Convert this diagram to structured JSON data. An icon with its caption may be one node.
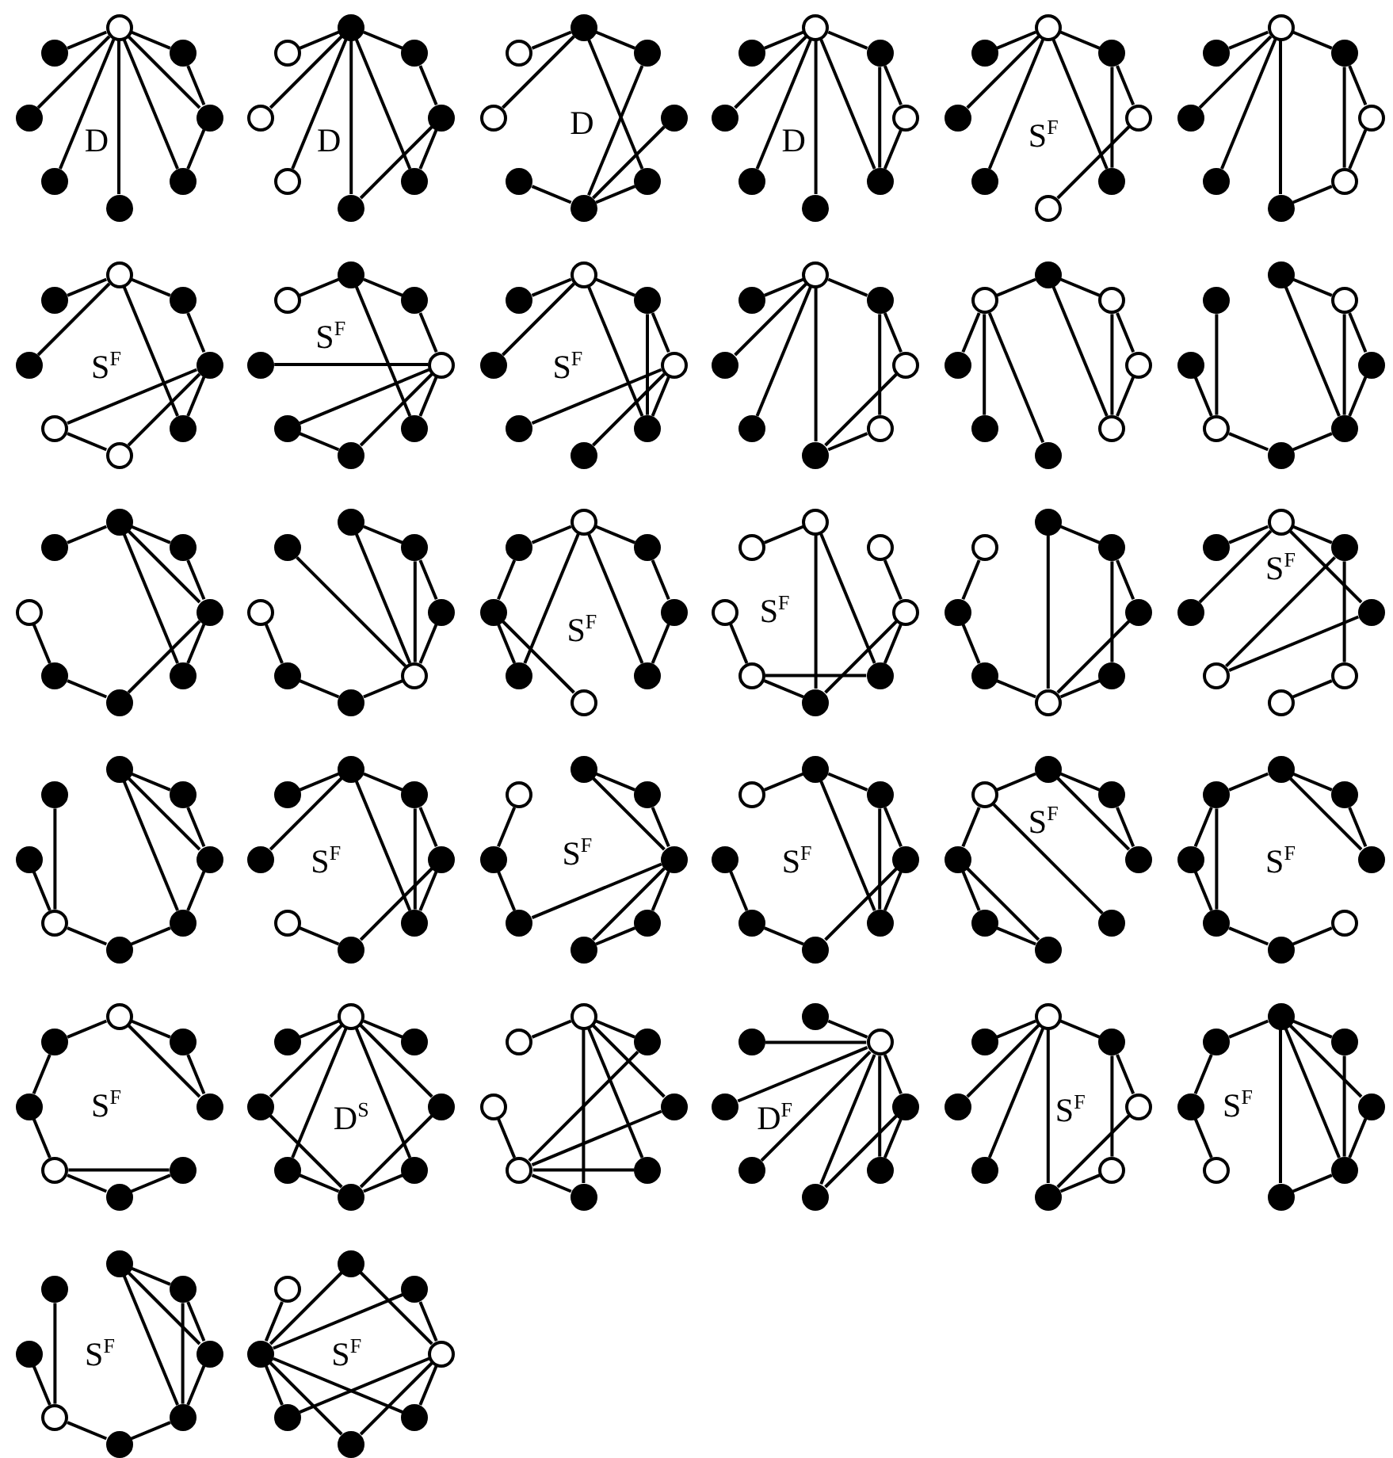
{
  "diagram": {
    "nodes": [
      {
        "text": [],
        "shape": "circle"
      },
      {
        "text": [],
        "shape": "dot"
      },
      {
        "text": [],
        "shape": "dot"
      },
      {
        "text": [],
        "shape": "dot"
      },
      {
        "text": [],
        "shape": "dot"
      },
      {
        "text": [],
        "shape": "dot"
      },
      {
        "text": [],
        "shape": "dot"
      },
      {
        "text": [],
        "shape": "dot"
      },
      {
        "text": [],
        "shape": "dot"
      },
      {
        "text": [],
        "shape": "dot"
      },
      {
        "text": [],
        "shape": "dot"
      },
      {
        "text": [],
        "shape": "dot"
      },
      {
        "text": [],
        "shape": "dot"
      },
      {
        "text": [],
        "shape": "circle"
      },
      {
        "text": [],
        "shape": "circle"
      },
      {
        "text": [],
        "shape": "circle"
      },
      {
        "text": [],
        "shape": "dot"
      },
      {
        "text": [],
        "shape": "dot"
      },
      {
        "text": [],
        "shape": "dot"
      },
      {
        "text": [],
        "shape": "dot"
      },
      {
        "text": [],
        "shape": "dot"
      },
      {
        "text": [],
        "shape": "dot"
      },
      {
        "text": [],
        "shape": "circle"
      },
      {
        "text": [],
        "shape": "circle"
      },
      {
        "text": [],
        "shape": "circle"
      },
      {
        "text": [],
        "shape": "dot"
      },
      {
        "text": [],
        "shape": "circle"
      },
      {
        "text": [],
        "shape": "dot"
      },
      {
        "text": [],
        "shape": "dot"
      },
      {
        "text": [],
        "shape": "dot"
      },
      {
        "text": [],
        "shape": "dot"
      },
      {
        "text": [],
        "shape": "dot"
      },
      {
        "text": [],
        "shape": "circle"
      },
      {
        "text": [],
        "shape": "dot"
      },
      {
        "text": [],
        "shape": "circle"
      },
      {
        "text": [],
        "shape": "dot"
      },
      {
        "text": [],
        "shape": "circle"
      },
      {
        "text": [],
        "shape": "dot"
      },
      {
        "text": [],
        "shape": "dot"
      },
      {
        "text": [],
        "shape": "dot"
      },
      {
        "text": [],
        "shape": "circle"
      },
      {
        "text": [],
        "shape": "dot"
      },
      {
        "text": [],
        "shape": "circle"
      },
      {
        "text": [],
        "shape": "circle"
      },
      {
        "text": [],
        "shape": "dot"
      },
      {
        "text": [],
        "shape": "dot"
      },
      {
        "text": [],
        "shape": "dot"
      },
      {
        "text": [],
        "shape": "dot"
      },
      {
        "text": [],
        "shape": "circle"
      },
      {
        "text": [],
        "shape": "dot"
      },
      {
        "text": [],
        "shape": "dot"
      },
      {
        "text": [],
        "shape": "dot"
      },
      {
        "text": [],
        "shape": "circle"
      },
      {
        "text": [],
        "shape": "circle"
      },
      {
        "text": [],
        "shape": "dot"
      },
      {
        "text": [],
        "shape": "dot"
      },
      {
        "text": [],
        "shape": "dot"
      },
      {
        "text": [],
        "shape": "dot"
      },
      {
        "text": [],
        "shape": "circle"
      },
      {
        "text": [],
        "shape": "dot"
      },
      {
        "text": [],
        "shape": "dot"
      },
      {
        "text": [],
        "shape": "dot"
      },
      {
        "text": [],
        "shape": "dot"
      },
      {
        "text": [],
        "shape": "circle"
      },
      {
        "text": [],
        "shape": "circle"
      },
      {
        "text": [],
        "shape": "dot"
      },
      {
        "text": [],
        "shape": "circle"
      },
      {
        "text": [],
        "shape": "dot"
      },
      {
        "text": [],
        "shape": "dot"
      },
      {
        "text": [],
        "shape": "dot"
      },
      {
        "text": [],
        "shape": "dot"
      },
      {
        "text": [],
        "shape": "dot"
      },
      {
        "text": [],
        "shape": "circle"
      },
      {
        "text": [],
        "shape": "dot"
      },
      {
        "text": [],
        "shape": "circle"
      },
      {
        "text": [],
        "shape": "circle"
      },
      {
        "text": [],
        "shape": "dot"
      },
      {
        "text": [],
        "shape": "dot"
      },
      {
        "text": [],
        "shape": "dot"
      },
      {
        "text": [],
        "shape": "dot"
      },
      {
        "text": [],
        "shape": "dot"
      },
      {
        "text": [],
        "shape": "circle"
      },
      {
        "text": [],
        "shape": "circle"
      },
      {
        "text": [],
        "shape": "circle"
      },
      {
        "text": [],
        "shape": "dot"
      },
      {
        "text": [],
        "shape": "dot"
      },
      {
        "text": [],
        "shape": "dot"
      },
      {
        "text": [],
        "shape": "circle"
      },
      {
        "text": [],
        "shape": "dot"
      },
      {
        "text": [],
        "shape": "circle"
      },
      {
        "text": [],
        "shape": "dot"
      },
      {
        "text": [],
        "shape": "dot"
      },
      {
        "text": [],
        "shape": "dot"
      },
      {
        "text": [],
        "shape": "circle"
      },
      {
        "text": [],
        "shape": "dot"
      },
      {
        "text": [],
        "shape": "dot"
      },
      {
        "text": [],
        "shape": "dot"
      },
      {
        "text": [],
        "shape": "dot"
      },
      {
        "text": [],
        "shape": "dot"
      },
      {
        "text": [],
        "shape": "dot"
      },
      {
        "text": [],
        "shape": "dot"
      },
      {
        "text": [],
        "shape": "dot"
      },
      {
        "text": [],
        "shape": "circle"
      },
      {
        "text": [],
        "shape": "dot"
      },
      {
        "text": [],
        "shape": "dot"
      },
      {
        "text": [],
        "shape": "dot"
      },
      {
        "text": [],
        "shape": "dot"
      },
      {
        "text": [],
        "shape": "circle"
      },
      {
        "text": [],
        "shape": "dot"
      },
      {
        "text": [],
        "shape": "dot"
      },
      {
        "text": [],
        "shape": "circle"
      },
      {
        "text": [],
        "shape": "dot"
      },
      {
        "text": [],
        "shape": "circle"
      },
      {
        "text": [],
        "shape": "dot"
      },
      {
        "text": [],
        "shape": "dot"
      },
      {
        "text": [],
        "shape": "dot"
      },
      {
        "text": [],
        "shape": "circle"
      },
      {
        "text": [],
        "shape": "dot"
      },
      {
        "text": [],
        "shape": "dot"
      },
      {
        "text": [],
        "shape": "dot"
      },
      {
        "text": [],
        "shape": "circle"
      },
      {
        "text": [],
        "shape": "circle"
      },
      {
        "text": [],
        "shape": "circle"
      },
      {
        "text": [],
        "shape": "dot"
      },
      {
        "text": [],
        "shape": "dot"
      },
      {
        "text": [],
        "shape": "circle"
      },
      {
        "text": [],
        "shape": "circle"
      },
      {
        "text": [],
        "shape": "circle"
      },
      {
        "text": [],
        "shape": "dot"
      },
      {
        "text": [],
        "shape": "dot"
      },
      {
        "text": [],
        "shape": "dot"
      },
      {
        "text": [],
        "shape": "dot"
      },
      {
        "text": [],
        "shape": "circle"
      },
      {
        "text": [],
        "shape": "dot"
      },
      {
        "text": [],
        "shape": "dot"
      },
      {
        "text": [],
        "shape": "circle"
      },
      {
        "text": [],
        "shape": "circle"
      },
      {
        "text": [],
        "shape": "dot"
      },
      {
        "text": [],
        "shape": "dot"
      },
      {
        "text": [],
        "shape": "circle"
      },
      {
        "text": [],
        "shape": "circle"
      },
      {
        "text": [],
        "shape": "circle"
      },
      {
        "text": [],
        "shape": "dot"
      },
      {
        "text": [],
        "shape": "dot"
      },
      {
        "text": [],
        "shape": "dot"
      },
      {
        "text": [],
        "shape": "dot"
      },
      {
        "text": [],
        "shape": "dot"
      },
      {
        "text": [],
        "shape": "dot"
      },
      {
        "text": [],
        "shape": "dot"
      },
      {
        "text": [],
        "shape": "circle"
      },
      {
        "text": [],
        "shape": "dot"
      },
      {
        "text": [],
        "shape": "dot"
      },
      {
        "text": [],
        "shape": "dot"
      },
      {
        "text": [],
        "shape": "dot"
      },
      {
        "text": [],
        "shape": "dot"
      },
      {
        "text": [],
        "shape": "dot"
      },
      {
        "text": [],
        "shape": "dot"
      },
      {
        "text": [],
        "shape": "circle"
      },
      {
        "text": [],
        "shape": "dot"
      },
      {
        "text": [],
        "shape": "dot"
      },
      {
        "text": [],
        "shape": "dot"
      },
      {
        "text": [],
        "shape": "dot"
      },
      {
        "text": [],
        "shape": "dot"
      },
      {
        "text": [],
        "shape": "dot"
      },
      {
        "text": [],
        "shape": "dot"
      },
      {
        "text": [],
        "shape": "dot"
      },
      {
        "text": [],
        "shape": "dot"
      },
      {
        "text": [],
        "shape": "circle"
      },
      {
        "text": [],
        "shape": "dot"
      },
      {
        "text": [],
        "shape": "dot"
      },
      {
        "text": [],
        "shape": "dot"
      },
      {
        "text": [],
        "shape": "dot"
      },
      {
        "text": [],
        "shape": "dot"
      },
      {
        "text": [],
        "shape": "dot"
      },
      {
        "text": [],
        "shape": "dot"
      },
      {
        "text": [],
        "shape": "circle"
      },
      {
        "text": [],
        "shape": "dot"
      },
      {
        "text": [],
        "shape": "dot"
      },
      {
        "text": [],
        "shape": "dot"
      },
      {
        "text": [],
        "shape": "dot"
      },
      {
        "text": [],
        "shape": "dot"
      },
      {
        "text": [],
        "shape": "dot"
      },
      {
        "text": [],
        "shape": "dot"
      },
      {
        "text": [],
        "shape": "circle"
      },
      {
        "text": [],
        "shape": "dot"
      },
      {
        "text": [],
        "shape": "dot"
      },
      {
        "text": [],
        "shape": "dot"
      },
      {
        "text": [],
        "shape": "circle"
      },
      {
        "text": [],
        "shape": "dot"
      },
      {
        "text": [],
        "shape": "dot"
      },
      {
        "text": [],
        "shape": "dot"
      },
      {
        "text": [],
        "shape": "dot"
      },
      {
        "text": [],
        "shape": "circle"
      },
      {
        "text": [],
        "shape": "dot"
      },
      {
        "text": [],
        "shape": "dot"
      },
      {
        "text": [],
        "shape": "dot"
      },
      {
        "text": [],
        "shape": "dot"
      },
      {
        "text": [],
        "shape": "circle"
      },
      {
        "text": [],
        "shape": "dot"
      },
      {
        "text": [],
        "shape": "dot"
      },
      {
        "text": [],
        "shape": "circle"
      },
      {
        "text": [],
        "shape": "dot"
      },
      {
        "text": [],
        "shape": "dot"
      },
      {
        "text": [],
        "shape": "dot"
      },
      {
        "text": [],
        "shape": "dot"
      },
      {
        "text": [],
        "shape": "dot"
      },
      {
        "text": [],
        "shape": "dot"
      },
      {
        "text": [],
        "shape": "dot"
      },
      {
        "text": [],
        "shape": "circle"
      },
      {
        "text": [],
        "shape": "dot"
      },
      {
        "text": [],
        "shape": "dot"
      },
      {
        "text": [],
        "shape": "dot"
      },
      {
        "text": [],
        "shape": "dot"
      },
      {
        "text": [],
        "shape": "circle"
      },
      {
        "text": [],
        "shape": "circle"
      },
      {
        "text": [],
        "shape": "circle"
      },
      {
        "text": [],
        "shape": "dot"
      },
      {
        "text": [],
        "shape": "circle"
      },
      {
        "text": [],
        "shape": "dot"
      },
      {
        "text": [],
        "shape": "dot"
      },
      {
        "text": [],
        "shape": "dot"
      },
      {
        "text": [],
        "shape": "dot"
      },
      {
        "text": [],
        "shape": "dot"
      },
      {
        "text": [],
        "shape": "dot"
      },
      {
        "text": [],
        "shape": "circle"
      },
      {
        "text": [],
        "shape": "dot"
      },
      {
        "text": [],
        "shape": "circle"
      },
      {
        "text": [],
        "shape": "circle"
      },
      {
        "text": [],
        "shape": "dot"
      },
      {
        "text": [],
        "shape": "dot"
      },
      {
        "text": [],
        "shape": "dot"
      },
      {
        "text": [],
        "shape": "dot"
      },
      {
        "text": [],
        "shape": "dot"
      },
      {
        "text": [],
        "shape": "dot"
      },
      {
        "text": [],
        "shape": "dot"
      },
      {
        "text": [],
        "shape": "dot"
      },
      {
        "text": [],
        "shape": "dot"
      },
      {
        "text": [],
        "shape": "circle"
      },
      {
        "text": [],
        "shape": "dot"
      },
      {
        "text": [],
        "shape": "dot"
      },
      {
        "text": [],
        "shape": "dot"
      },
      {
        "text": [],
        "shape": "dot"
      },
      {
        "text": [],
        "shape": "dot"
      },
      {
        "text": [],
        "shape": "dot"
      },
      {
        "text": [],
        "shape": "dot"
      },
      {
        "text": [],
        "shape": "circle"
      },
      {
        "text": [],
        "shape": "dot"
      },
      {
        "text": [],
        "shape": "dot"
      },
      {
        "text": [],
        "shape": "dot"
      },
      {
        "text": [],
        "shape": "dot"
      },
      {
        "text": [],
        "shape": "circle"
      },
      {
        "text": [],
        "shape": "dot"
      },
      {
        "text": [],
        "shape": "dot"
      },
      {
        "text": [],
        "shape": "dot"
      },
      {
        "text": [],
        "shape": "dot"
      },
      {
        "text": [],
        "shape": "circle"
      }
    ],
    "edges": [
      {
        "from": 0,
        "to": 7,
        "arrow": "none"
      },
      {
        "from": 0,
        "to": 6,
        "arrow": "none"
      },
      {
        "from": 0,
        "to": 5,
        "arrow": "none"
      },
      {
        "from": 0,
        "to": 4,
        "arrow": "none"
      },
      {
        "from": 0,
        "to": 3,
        "arrow": "none"
      },
      {
        "from": 0,
        "to": 2,
        "arrow": "none"
      },
      {
        "from": 0,
        "to": 1,
        "arrow": "none"
      },
      {
        "from": 1,
        "to": 2,
        "arrow": "none"
      },
      {
        "from": 2,
        "to": 3,
        "arrow": "none"
      },
      {
        "from": 8,
        "to": 15,
        "arrow": "none"
      },
      {
        "from": 8,
        "to": 14,
        "arrow": "none"
      },
      {
        "from": 8,
        "to": 13,
        "arrow": "none"
      },
      {
        "from": 8,
        "to": 12,
        "arrow": "none"
      },
      {
        "from": 8,
        "to": 11,
        "arrow": "none"
      },
      {
        "from": 8,
        "to": 9,
        "arrow": "none"
      },
      {
        "from": 9,
        "to": 10,
        "arrow": "none"
      },
      {
        "from": 10,
        "to": 11,
        "arrow": "none"
      },
      {
        "from": 10,
        "to": 12,
        "arrow": "none"
      },
      {
        "from": 16,
        "to": 23,
        "arrow": "none"
      },
      {
        "from": 16,
        "to": 22,
        "arrow": "none"
      },
      {
        "from": 16,
        "to": 17,
        "arrow": "none"
      },
      {
        "from": 16,
        "to": 19,
        "arrow": "none"
      },
      {
        "from": 17,
        "to": 20,
        "arrow": "none"
      },
      {
        "from": 18,
        "to": 20,
        "arrow": "none"
      },
      {
        "from": 19,
        "to": 20,
        "arrow": "none"
      },
      {
        "from": 21,
        "to": 20,
        "arrow": "none"
      },
      {
        "from": 24,
        "to": 31,
        "arrow": "none"
      },
      {
        "from": 24,
        "to": 30,
        "arrow": "none"
      },
      {
        "from": 24,
        "to": 29,
        "arrow": "none"
      },
      {
        "from": 24,
        "to": 28,
        "arrow": "none"
      },
      {
        "from": 24,
        "to": 27,
        "arrow": "none"
      },
      {
        "from": 24,
        "to": 25,
        "arrow": "none"
      },
      {
        "from": 25,
        "to": 27,
        "arrow": "none"
      },
      {
        "from": 25,
        "to": 26,
        "arrow": "none"
      },
      {
        "from": 26,
        "to": 27,
        "arrow": "none"
      },
      {
        "from": 32,
        "to": 39,
        "arrow": "none"
      },
      {
        "from": 32,
        "to": 38,
        "arrow": "none"
      },
      {
        "from": 32,
        "to": 37,
        "arrow": "none"
      },
      {
        "from": 32,
        "to": 35,
        "arrow": "none"
      },
      {
        "from": 32,
        "to": 33,
        "arrow": "none"
      },
      {
        "from": 33,
        "to": 35,
        "arrow": "none"
      },
      {
        "from": 33,
        "to": 34,
        "arrow": "none"
      },
      {
        "from": 34,
        "to": 36,
        "arrow": "none"
      },
      {
        "from": 40,
        "to": 47,
        "arrow": "none"
      },
      {
        "from": 40,
        "to": 46,
        "arrow": "none"
      },
      {
        "from": 40,
        "to": 45,
        "arrow": "none"
      },
      {
        "from": 40,
        "to": 44,
        "arrow": "none"
      },
      {
        "from": 40,
        "to": 41,
        "arrow": "none"
      },
      {
        "from": 41,
        "to": 43,
        "arrow": "none"
      },
      {
        "from": 41,
        "to": 42,
        "arrow": "none"
      },
      {
        "from": 42,
        "to": 43,
        "arrow": "none"
      },
      {
        "from": 43,
        "to": 44,
        "arrow": "none"
      },
      {
        "from": 48,
        "to": 55,
        "arrow": "none"
      },
      {
        "from": 48,
        "to": 54,
        "arrow": "none"
      },
      {
        "from": 48,
        "to": 49,
        "arrow": "none"
      },
      {
        "from": 48,
        "to": 51,
        "arrow": "none"
      },
      {
        "from": 49,
        "to": 50,
        "arrow": "none"
      },
      {
        "from": 50,
        "to": 51,
        "arrow": "none"
      },
      {
        "from": 50,
        "to": 52,
        "arrow": "none"
      },
      {
        "from": 50,
        "to": 53,
        "arrow": "none"
      },
      {
        "from": 53,
        "to": 52,
        "arrow": "none"
      },
      {
        "from": 56,
        "to": 63,
        "arrow": "none"
      },
      {
        "from": 56,
        "to": 57,
        "arrow": "none"
      },
      {
        "from": 56,
        "to": 59,
        "arrow": "none"
      },
      {
        "from": 57,
        "to": 58,
        "arrow": "none"
      },
      {
        "from": 62,
        "to": 58,
        "arrow": "none"
      },
      {
        "from": 58,
        "to": 61,
        "arrow": "none"
      },
      {
        "from": 58,
        "to": 60,
        "arrow": "none"
      },
      {
        "from": 58,
        "to": 59,
        "arrow": "none"
      },
      {
        "from": 61,
        "to": 60,
        "arrow": "none"
      },
      {
        "from": 64,
        "to": 71,
        "arrow": "none"
      },
      {
        "from": 64,
        "to": 70,
        "arrow": "none"
      },
      {
        "from": 64,
        "to": 67,
        "arrow": "none"
      },
      {
        "from": 64,
        "to": 65,
        "arrow": "none"
      },
      {
        "from": 65,
        "to": 67,
        "arrow": "none"
      },
      {
        "from": 65,
        "to": 66,
        "arrow": "none"
      },
      {
        "from": 66,
        "to": 69,
        "arrow": "none"
      },
      {
        "from": 66,
        "to": 68,
        "arrow": "none"
      },
      {
        "from": 66,
        "to": 67,
        "arrow": "none"
      },
      {
        "from": 72,
        "to": 79,
        "arrow": "none"
      },
      {
        "from": 72,
        "to": 78,
        "arrow": "none"
      },
      {
        "from": 72,
        "to": 77,
        "arrow": "none"
      },
      {
        "from": 72,
        "to": 76,
        "arrow": "none"
      },
      {
        "from": 72,
        "to": 73,
        "arrow": "none"
      },
      {
        "from": 73,
        "to": 75,
        "arrow": "none"
      },
      {
        "from": 73,
        "to": 74,
        "arrow": "none"
      },
      {
        "from": 74,
        "to": 76,
        "arrow": "none"
      },
      {
        "from": 75,
        "to": 76,
        "arrow": "none"
      },
      {
        "from": 87,
        "to": 80,
        "arrow": "none"
      },
      {
        "from": 80,
        "to": 81,
        "arrow": "none"
      },
      {
        "from": 80,
        "to": 83,
        "arrow": "none"
      },
      {
        "from": 81,
        "to": 83,
        "arrow": "none"
      },
      {
        "from": 81,
        "to": 82,
        "arrow": "none"
      },
      {
        "from": 82,
        "to": 83,
        "arrow": "none"
      },
      {
        "from": 87,
        "to": 86,
        "arrow": "none"
      },
      {
        "from": 87,
        "to": 85,
        "arrow": "none"
      },
      {
        "from": 87,
        "to": 84,
        "arrow": "none"
      },
      {
        "from": 95,
        "to": 93,
        "arrow": "none"
      },
      {
        "from": 94,
        "to": 93,
        "arrow": "none"
      },
      {
        "from": 93,
        "to": 92,
        "arrow": "none"
      },
      {
        "from": 92,
        "to": 91,
        "arrow": "none"
      },
      {
        "from": 88,
        "to": 89,
        "arrow": "none"
      },
      {
        "from": 88,
        "to": 91,
        "arrow": "none"
      },
      {
        "from": 89,
        "to": 91,
        "arrow": "none"
      },
      {
        "from": 89,
        "to": 90,
        "arrow": "none"
      },
      {
        "from": 90,
        "to": 91,
        "arrow": "none"
      },
      {
        "from": 103,
        "to": 96,
        "arrow": "none"
      },
      {
        "from": 96,
        "to": 97,
        "arrow": "none"
      },
      {
        "from": 96,
        "to": 98,
        "arrow": "none"
      },
      {
        "from": 96,
        "to": 99,
        "arrow": "none"
      },
      {
        "from": 97,
        "to": 98,
        "arrow": "none"
      },
      {
        "from": 98,
        "to": 99,
        "arrow": "none"
      },
      {
        "from": 98,
        "to": 100,
        "arrow": "none"
      },
      {
        "from": 102,
        "to": 101,
        "arrow": "none"
      },
      {
        "from": 101,
        "to": 100,
        "arrow": "none"
      },
      {
        "from": 104,
        "to": 105,
        "arrow": "none"
      },
      {
        "from": 104,
        "to": 107,
        "arrow": "none"
      },
      {
        "from": 105,
        "to": 107,
        "arrow": "none"
      },
      {
        "from": 105,
        "to": 106,
        "arrow": "none"
      },
      {
        "from": 106,
        "to": 107,
        "arrow": "none"
      },
      {
        "from": 111,
        "to": 107,
        "arrow": "none"
      },
      {
        "from": 110,
        "to": 109,
        "arrow": "none"
      },
      {
        "from": 109,
        "to": 108,
        "arrow": "none"
      },
      {
        "from": 108,
        "to": 107,
        "arrow": "none"
      },
      {
        "from": 119,
        "to": 112,
        "arrow": "none"
      },
      {
        "from": 112,
        "to": 113,
        "arrow": "none"
      },
      {
        "from": 112,
        "to": 117,
        "arrow": "none"
      },
      {
        "from": 112,
        "to": 115,
        "arrow": "none"
      },
      {
        "from": 113,
        "to": 114,
        "arrow": "none"
      },
      {
        "from": 114,
        "to": 115,
        "arrow": "none"
      },
      {
        "from": 119,
        "to": 118,
        "arrow": "none"
      },
      {
        "from": 118,
        "to": 117,
        "arrow": "none"
      },
      {
        "from": 118,
        "to": 116,
        "arrow": "none"
      },
      {
        "from": 127,
        "to": 120,
        "arrow": "none"
      },
      {
        "from": 120,
        "to": 124,
        "arrow": "none"
      },
      {
        "from": 121,
        "to": 122,
        "arrow": "none"
      },
      {
        "from": 122,
        "to": 123,
        "arrow": "none"
      },
      {
        "from": 122,
        "to": 124,
        "arrow": "none"
      },
      {
        "from": 126,
        "to": 125,
        "arrow": "none"
      },
      {
        "from": 125,
        "to": 124,
        "arrow": "none"
      },
      {
        "from": 125,
        "to": 123,
        "arrow": "none"
      },
      {
        "from": 120,
        "to": 123,
        "arrow": "none"
      },
      {
        "from": 128,
        "to": 129,
        "arrow": "none"
      },
      {
        "from": 128,
        "to": 132,
        "arrow": "none"
      },
      {
        "from": 129,
        "to": 131,
        "arrow": "none"
      },
      {
        "from": 129,
        "to": 130,
        "arrow": "none"
      },
      {
        "from": 130,
        "to": 132,
        "arrow": "none"
      },
      {
        "from": 131,
        "to": 132,
        "arrow": "none"
      },
      {
        "from": 135,
        "to": 134,
        "arrow": "none"
      },
      {
        "from": 134,
        "to": 133,
        "arrow": "none"
      },
      {
        "from": 133,
        "to": 132,
        "arrow": "none"
      },
      {
        "from": 143,
        "to": 136,
        "arrow": "none"
      },
      {
        "from": 136,
        "to": 142,
        "arrow": "none"
      },
      {
        "from": 136,
        "to": 137,
        "arrow": "none"
      },
      {
        "from": 136,
        "to": 138,
        "arrow": "none"
      },
      {
        "from": 137,
        "to": 139,
        "arrow": "none"
      },
      {
        "from": 137,
        "to": 141,
        "arrow": "none"
      },
      {
        "from": 138,
        "to": 141,
        "arrow": "none"
      },
      {
        "from": 139,
        "to": 140,
        "arrow": "none"
      },
      {
        "from": 151,
        "to": 149,
        "arrow": "none"
      },
      {
        "from": 150,
        "to": 149,
        "arrow": "none"
      },
      {
        "from": 149,
        "to": 148,
        "arrow": "none"
      },
      {
        "from": 148,
        "to": 147,
        "arrow": "none"
      },
      {
        "from": 147,
        "to": 146,
        "arrow": "none"
      },
      {
        "from": 144,
        "to": 145,
        "arrow": "none"
      },
      {
        "from": 144,
        "to": 146,
        "arrow": "none"
      },
      {
        "from": 144,
        "to": 147,
        "arrow": "none"
      },
      {
        "from": 145,
        "to": 146,
        "arrow": "none"
      },
      {
        "from": 159,
        "to": 152,
        "arrow": "none"
      },
      {
        "from": 152,
        "to": 158,
        "arrow": "none"
      },
      {
        "from": 152,
        "to": 153,
        "arrow": "none"
      },
      {
        "from": 152,
        "to": 155,
        "arrow": "none"
      },
      {
        "from": 153,
        "to": 155,
        "arrow": "none"
      },
      {
        "from": 153,
        "to": 154,
        "arrow": "none"
      },
      {
        "from": 154,
        "to": 155,
        "arrow": "none"
      },
      {
        "from": 154,
        "to": 156,
        "arrow": "none"
      },
      {
        "from": 157,
        "to": 156,
        "arrow": "none"
      },
      {
        "from": 167,
        "to": 166,
        "arrow": "none"
      },
      {
        "from": 166,
        "to": 165,
        "arrow": "none"
      },
      {
        "from": 165,
        "to": 162,
        "arrow": "none"
      },
      {
        "from": 160,
        "to": 161,
        "arrow": "none"
      },
      {
        "from": 160,
        "to": 162,
        "arrow": "none"
      },
      {
        "from": 161,
        "to": 162,
        "arrow": "none"
      },
      {
        "from": 162,
        "to": 163,
        "arrow": "none"
      },
      {
        "from": 162,
        "to": 164,
        "arrow": "none"
      },
      {
        "from": 163,
        "to": 164,
        "arrow": "none"
      },
      {
        "from": 175,
        "to": 168,
        "arrow": "none"
      },
      {
        "from": 168,
        "to": 169,
        "arrow": "none"
      },
      {
        "from": 168,
        "to": 171,
        "arrow": "none"
      },
      {
        "from": 169,
        "to": 171,
        "arrow": "none"
      },
      {
        "from": 169,
        "to": 170,
        "arrow": "none"
      },
      {
        "from": 170,
        "to": 171,
        "arrow": "none"
      },
      {
        "from": 170,
        "to": 172,
        "arrow": "none"
      },
      {
        "from": 174,
        "to": 173,
        "arrow": "none"
      },
      {
        "from": 173,
        "to": 172,
        "arrow": "none"
      },
      {
        "from": 183,
        "to": 176,
        "arrow": "none"
      },
      {
        "from": 176,
        "to": 177,
        "arrow": "none"
      },
      {
        "from": 176,
        "to": 178,
        "arrow": "none"
      },
      {
        "from": 177,
        "to": 178,
        "arrow": "none"
      },
      {
        "from": 183,
        "to": 179,
        "arrow": "none"
      },
      {
        "from": 183,
        "to": 182,
        "arrow": "none"
      },
      {
        "from": 182,
        "to": 181,
        "arrow": "none"
      },
      {
        "from": 182,
        "to": 180,
        "arrow": "none"
      },
      {
        "from": 181,
        "to": 180,
        "arrow": "none"
      },
      {
        "from": 191,
        "to": 184,
        "arrow": "none"
      },
      {
        "from": 184,
        "to": 185,
        "arrow": "none"
      },
      {
        "from": 184,
        "to": 186,
        "arrow": "none"
      },
      {
        "from": 185,
        "to": 186,
        "arrow": "none"
      },
      {
        "from": 191,
        "to": 189,
        "arrow": "none"
      },
      {
        "from": 191,
        "to": 190,
        "arrow": "none"
      },
      {
        "from": 190,
        "to": 189,
        "arrow": "none"
      },
      {
        "from": 189,
        "to": 188,
        "arrow": "none"
      },
      {
        "from": 188,
        "to": 187,
        "arrow": "none"
      },
      {
        "from": 199,
        "to": 192,
        "arrow": "none"
      },
      {
        "from": 192,
        "to": 193,
        "arrow": "none"
      },
      {
        "from": 192,
        "to": 194,
        "arrow": "none"
      },
      {
        "from": 193,
        "to": 194,
        "arrow": "none"
      },
      {
        "from": 199,
        "to": 198,
        "arrow": "none"
      },
      {
        "from": 198,
        "to": 197,
        "arrow": "none"
      },
      {
        "from": 197,
        "to": 195,
        "arrow": "none"
      },
      {
        "from": 197,
        "to": 196,
        "arrow": "none"
      },
      {
        "from": 196,
        "to": 195,
        "arrow": "none"
      },
      {
        "from": 200,
        "to": 207,
        "arrow": "none"
      },
      {
        "from": 200,
        "to": 201,
        "arrow": "none"
      },
      {
        "from": 200,
        "to": 206,
        "arrow": "none"
      },
      {
        "from": 200,
        "to": 202,
        "arrow": "none"
      },
      {
        "from": 200,
        "to": 205,
        "arrow": "none"
      },
      {
        "from": 200,
        "to": 203,
        "arrow": "none"
      },
      {
        "from": 206,
        "to": 204,
        "arrow": "none"
      },
      {
        "from": 202,
        "to": 204,
        "arrow": "none"
      },
      {
        "from": 205,
        "to": 204,
        "arrow": "none"
      },
      {
        "from": 203,
        "to": 204,
        "arrow": "none"
      },
      {
        "from": 215,
        "to": 208,
        "arrow": "none"
      },
      {
        "from": 208,
        "to": 209,
        "arrow": "none"
      },
      {
        "from": 208,
        "to": 212,
        "arrow": "none"
      },
      {
        "from": 208,
        "to": 210,
        "arrow": "none"
      },
      {
        "from": 208,
        "to": 211,
        "arrow": "none"
      },
      {
        "from": 214,
        "to": 213,
        "arrow": "none"
      },
      {
        "from": 213,
        "to": 209,
        "arrow": "none"
      },
      {
        "from": 213,
        "to": 210,
        "arrow": "none"
      },
      {
        "from": 213,
        "to": 211,
        "arrow": "none"
      },
      {
        "from": 213,
        "to": 212,
        "arrow": "none"
      },
      {
        "from": 216,
        "to": 217,
        "arrow": "none"
      },
      {
        "from": 223,
        "to": 217,
        "arrow": "none"
      },
      {
        "from": 222,
        "to": 217,
        "arrow": "none"
      },
      {
        "from": 221,
        "to": 217,
        "arrow": "none"
      },
      {
        "from": 220,
        "to": 217,
        "arrow": "none"
      },
      {
        "from": 219,
        "to": 217,
        "arrow": "none"
      },
      {
        "from": 217,
        "to": 218,
        "arrow": "none"
      },
      {
        "from": 218,
        "to": 219,
        "arrow": "none"
      },
      {
        "from": 218,
        "to": 220,
        "arrow": "none"
      },
      {
        "from": 224,
        "to": 231,
        "arrow": "none"
      },
      {
        "from": 224,
        "to": 230,
        "arrow": "none"
      },
      {
        "from": 224,
        "to": 229,
        "arrow": "none"
      },
      {
        "from": 224,
        "to": 228,
        "arrow": "none"
      },
      {
        "from": 224,
        "to": 225,
        "arrow": "none"
      },
      {
        "from": 225,
        "to": 227,
        "arrow": "none"
      },
      {
        "from": 225,
        "to": 226,
        "arrow": "none"
      },
      {
        "from": 226,
        "to": 228,
        "arrow": "none"
      },
      {
        "from": 227,
        "to": 228,
        "arrow": "none"
      },
      {
        "from": 239,
        "to": 232,
        "arrow": "none"
      },
      {
        "from": 232,
        "to": 233,
        "arrow": "none"
      },
      {
        "from": 232,
        "to": 236,
        "arrow": "none"
      },
      {
        "from": 232,
        "to": 234,
        "arrow": "none"
      },
      {
        "from": 232,
        "to": 235,
        "arrow": "none"
      },
      {
        "from": 233,
        "to": 235,
        "arrow": "none"
      },
      {
        "from": 234,
        "to": 235,
        "arrow": "none"
      },
      {
        "from": 235,
        "to": 236,
        "arrow": "none"
      },
      {
        "from": 239,
        "to": 238,
        "arrow": "none"
      },
      {
        "from": 238,
        "to": 237,
        "arrow": "none"
      },
      {
        "from": 247,
        "to": 245,
        "arrow": "none"
      },
      {
        "from": 246,
        "to": 245,
        "arrow": "none"
      },
      {
        "from": 245,
        "to": 244,
        "arrow": "none"
      },
      {
        "from": 244,
        "to": 243,
        "arrow": "none"
      },
      {
        "from": 240,
        "to": 241,
        "arrow": "none"
      },
      {
        "from": 240,
        "to": 242,
        "arrow": "none"
      },
      {
        "from": 240,
        "to": 243,
        "arrow": "none"
      },
      {
        "from": 241,
        "to": 243,
        "arrow": "none"
      },
      {
        "from": 241,
        "to": 242,
        "arrow": "none"
      },
      {
        "from": 242,
        "to": 243,
        "arrow": "none"
      },
      {
        "from": 255,
        "to": 254,
        "arrow": "none"
      },
      {
        "from": 254,
        "to": 248,
        "arrow": "none"
      },
      {
        "from": 254,
        "to": 249,
        "arrow": "none"
      },
      {
        "from": 254,
        "to": 251,
        "arrow": "none"
      },
      {
        "from": 254,
        "to": 252,
        "arrow": "none"
      },
      {
        "from": 254,
        "to": 253,
        "arrow": "none"
      },
      {
        "from": 248,
        "to": 250,
        "arrow": "none"
      },
      {
        "from": 249,
        "to": 250,
        "arrow": "none"
      },
      {
        "from": 250,
        "to": 253,
        "arrow": "none"
      },
      {
        "from": 250,
        "to": 252,
        "arrow": "none"
      },
      {
        "from": 250,
        "to": 251,
        "arrow": "none"
      }
    ],
    "labels": [
      "D",
      "D",
      "D",
      "D",
      "S$^{F}$",
      "S$^{F}$",
      "S$^{F}$",
      "S$^{F}$",
      "S$^{F}$",
      "S$^{F}$",
      "S$^{F}$",
      "S$^{F}$",
      "S$^{F}$",
      "S$^{F}$",
      "S$^{F}$",
      "S$^{F}$",
      "S$^{F}$",
      "D$^{S}$",
      "D$^{F}$",
      "S$^{F}$",
      "S$^{F}$",
      "S$^{F}$",
      "S$^{F}$"
    ]
  }
}
